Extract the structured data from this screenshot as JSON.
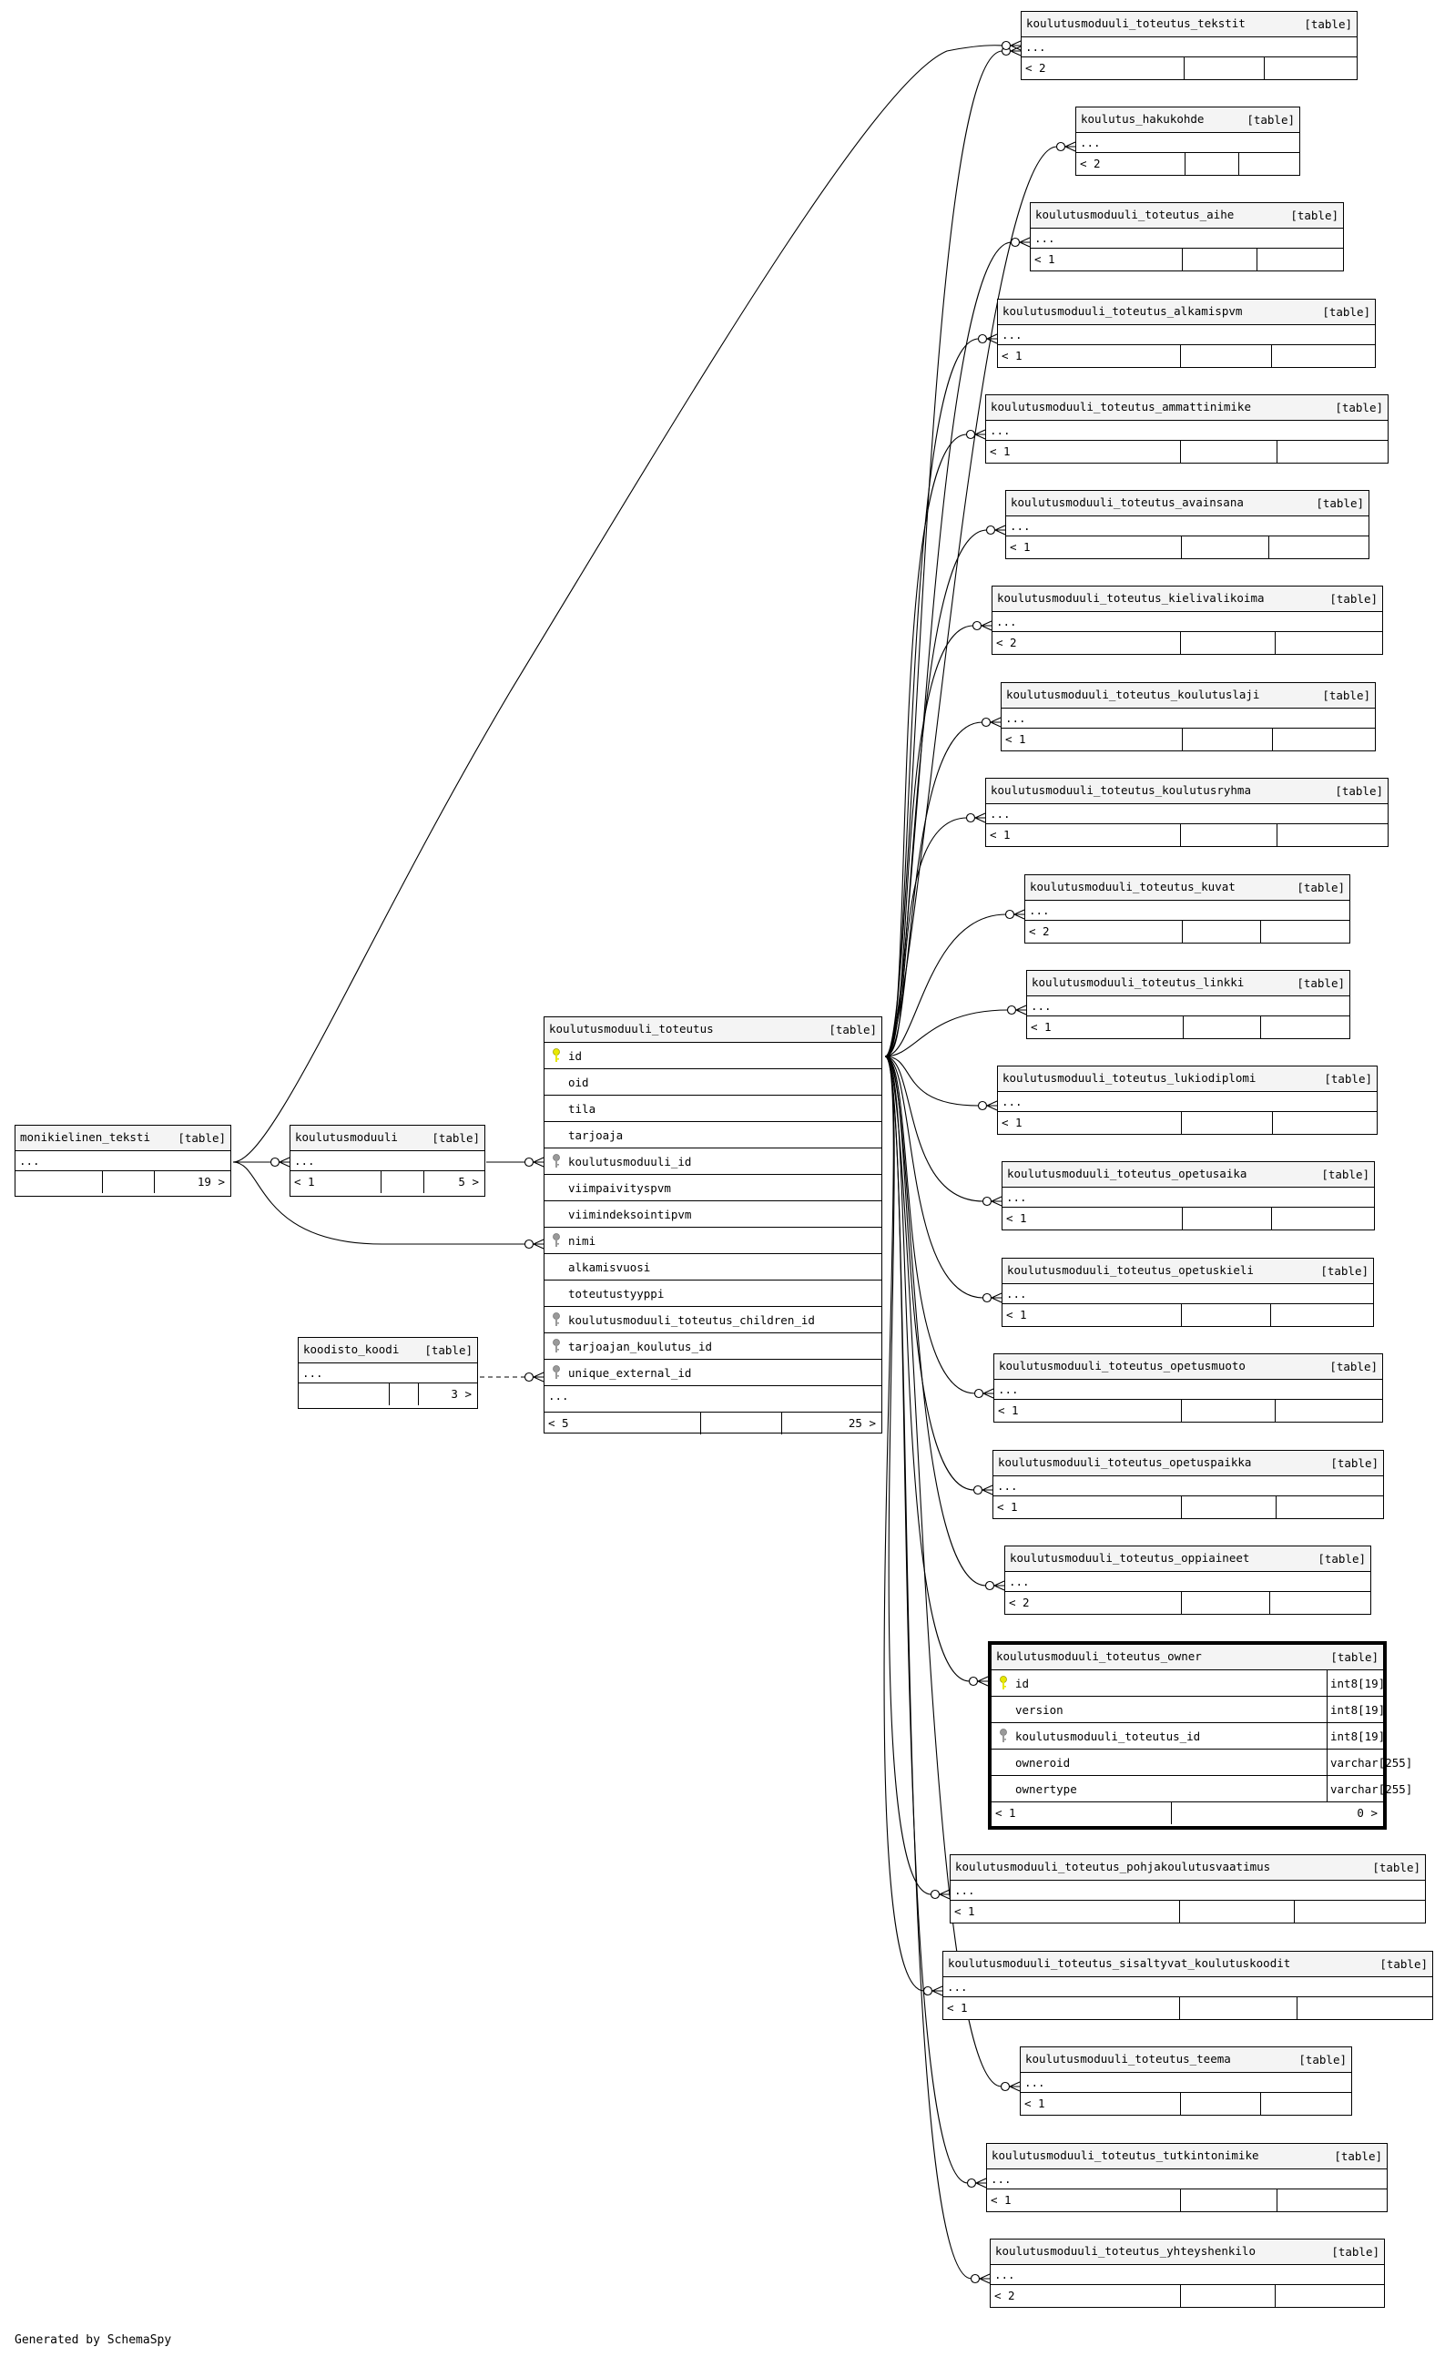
{
  "credit": "Generated by SchemaSpy",
  "ellipsis": "...",
  "colors": {
    "line": "#000000",
    "header_bg": "#f4f4f4",
    "pk_key": "#e8e800",
    "fk_key": "#999999"
  },
  "tables": [
    {
      "id": "t_tekstit",
      "name": "koulutusmoduuli_toteutus_tekstit",
      "tag": "[table]",
      "rows": [],
      "footer_left": "< 2",
      "footer_right": ""
    },
    {
      "id": "t_hakukohde",
      "name": "koulutus_hakukohde",
      "tag": "[table]",
      "rows": [],
      "footer_left": "< 2",
      "footer_right": ""
    },
    {
      "id": "t_aihe",
      "name": "koulutusmoduuli_toteutus_aihe",
      "tag": "[table]",
      "rows": [],
      "footer_left": "< 1",
      "footer_right": ""
    },
    {
      "id": "t_alkamispvm",
      "name": "koulutusmoduuli_toteutus_alkamispvm",
      "tag": "[table]",
      "rows": [],
      "footer_left": "< 1",
      "footer_right": ""
    },
    {
      "id": "t_ammattinimike",
      "name": "koulutusmoduuli_toteutus_ammattinimike",
      "tag": "[table]",
      "rows": [],
      "footer_left": "< 1",
      "footer_right": ""
    },
    {
      "id": "t_avainsana",
      "name": "koulutusmoduuli_toteutus_avainsana",
      "tag": "[table]",
      "rows": [],
      "footer_left": "< 1",
      "footer_right": ""
    },
    {
      "id": "t_kielivalikoima",
      "name": "koulutusmoduuli_toteutus_kielivalikoima",
      "tag": "[table]",
      "rows": [],
      "footer_left": "< 2",
      "footer_right": ""
    },
    {
      "id": "t_koulutuslaji",
      "name": "koulutusmoduuli_toteutus_koulutuslaji",
      "tag": "[table]",
      "rows": [],
      "footer_left": "< 1",
      "footer_right": ""
    },
    {
      "id": "t_koulutusryhma",
      "name": "koulutusmoduuli_toteutus_koulutusryhma",
      "tag": "[table]",
      "rows": [],
      "footer_left": "< 1",
      "footer_right": ""
    },
    {
      "id": "t_kuvat",
      "name": "koulutusmoduuli_toteutus_kuvat",
      "tag": "[table]",
      "rows": [],
      "footer_left": "< 2",
      "footer_right": ""
    },
    {
      "id": "t_linkki",
      "name": "koulutusmoduuli_toteutus_linkki",
      "tag": "[table]",
      "rows": [],
      "footer_left": "< 1",
      "footer_right": ""
    },
    {
      "id": "t_lukiodiplomi",
      "name": "koulutusmoduuli_toteutus_lukiodiplomi",
      "tag": "[table]",
      "rows": [],
      "footer_left": "< 1",
      "footer_right": ""
    },
    {
      "id": "t_opetusaika",
      "name": "koulutusmoduuli_toteutus_opetusaika",
      "tag": "[table]",
      "rows": [],
      "footer_left": "< 1",
      "footer_right": ""
    },
    {
      "id": "t_opetuskieli",
      "name": "koulutusmoduuli_toteutus_opetuskieli",
      "tag": "[table]",
      "rows": [],
      "footer_left": "< 1",
      "footer_right": ""
    },
    {
      "id": "t_opetusmuoto",
      "name": "koulutusmoduuli_toteutus_opetusmuoto",
      "tag": "[table]",
      "rows": [],
      "footer_left": "< 1",
      "footer_right": ""
    },
    {
      "id": "t_opetuspaikka",
      "name": "koulutusmoduuli_toteutus_opetuspaikka",
      "tag": "[table]",
      "rows": [],
      "footer_left": "< 1",
      "footer_right": ""
    },
    {
      "id": "t_oppiaineet",
      "name": "koulutusmoduuli_toteutus_oppiaineet",
      "tag": "[table]",
      "rows": [],
      "footer_left": "< 2",
      "footer_right": ""
    },
    {
      "id": "t_owner",
      "name": "koulutusmoduuli_toteutus_owner",
      "tag": "[table]",
      "selected": true,
      "rows": [
        {
          "name": "id",
          "key": "pk",
          "type": "int8[19]"
        },
        {
          "name": "version",
          "type": "int8[19]"
        },
        {
          "name": "koulutusmoduuli_toteutus_id",
          "key": "fk",
          "type": "int8[19]"
        },
        {
          "name": "owneroid",
          "type": "varchar[255]"
        },
        {
          "name": "ownertype",
          "type": "varchar[255]"
        }
      ],
      "footer_left": "< 1",
      "footer_right": "0 >"
    },
    {
      "id": "t_pohja",
      "name": "koulutusmoduuli_toteutus_pohjakoulutusvaatimus",
      "tag": "[table]",
      "rows": [],
      "footer_left": "< 1",
      "footer_right": ""
    },
    {
      "id": "t_sisaltyvat",
      "name": "koulutusmoduuli_toteutus_sisaltyvat_koulutuskoodit",
      "tag": "[table]",
      "rows": [],
      "footer_left": "< 1",
      "footer_right": ""
    },
    {
      "id": "t_teema",
      "name": "koulutusmoduuli_toteutus_teema",
      "tag": "[table]",
      "rows": [],
      "footer_left": "< 1",
      "footer_right": ""
    },
    {
      "id": "t_tutkintonimike",
      "name": "koulutusmoduuli_toteutus_tutkintonimike",
      "tag": "[table]",
      "rows": [],
      "footer_left": "< 1",
      "footer_right": ""
    },
    {
      "id": "t_yhteyshenkilo",
      "name": "koulutusmoduuli_toteutus_yhteyshenkilo",
      "tag": "[table]",
      "rows": [],
      "footer_left": "< 2",
      "footer_right": ""
    },
    {
      "id": "t_toteutus",
      "name": "koulutusmoduuli_toteutus",
      "tag": "[table]",
      "rows": [
        {
          "name": "id",
          "key": "pk"
        },
        {
          "name": "oid"
        },
        {
          "name": "tila"
        },
        {
          "name": "tarjoaja"
        },
        {
          "name": "koulutusmoduuli_id",
          "key": "fk"
        },
        {
          "name": "viimpaivityspvm"
        },
        {
          "name": "viimindeksointipvm"
        },
        {
          "name": "nimi",
          "key": "fk"
        },
        {
          "name": "alkamisvuosi"
        },
        {
          "name": "toteutustyyppi"
        },
        {
          "name": "koulutusmoduuli_toteutus_children_id",
          "key": "fk"
        },
        {
          "name": "tarjoajan_koulutus_id",
          "key": "fk"
        },
        {
          "name": "unique_external_id",
          "key": "fk"
        }
      ],
      "footer_left": "< 5",
      "footer_right": "25 >"
    },
    {
      "id": "t_monikielinen",
      "name": "monikielinen_teksti",
      "tag": "[table]",
      "rows": [],
      "footer_left": "",
      "footer_right": "19 >"
    },
    {
      "id": "t_koulutusmoduuli",
      "name": "koulutusmoduuli",
      "tag": "[table]",
      "rows": [],
      "footer_left": "< 1",
      "footer_right": "5 >"
    },
    {
      "id": "t_koodisto",
      "name": "koodisto_koodi",
      "tag": "[table]",
      "rows": [],
      "footer_left": "",
      "footer_right": "3 >"
    }
  ]
}
